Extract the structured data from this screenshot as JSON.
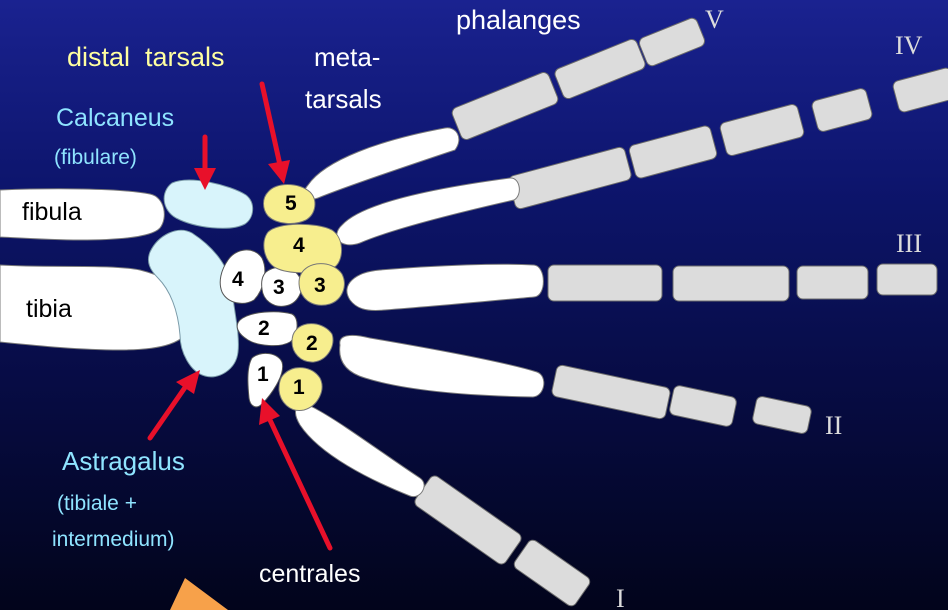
{
  "labels": {
    "distal_tarsals": "distal  tarsals",
    "metatarsals_1": "meta-",
    "metatarsals_2": "tarsals",
    "phalanges": "phalanges",
    "calcaneus": "Calcaneus",
    "fibulare": "(fibulare)",
    "fibula": "fibula",
    "tibia": "tibia",
    "astragalus": "Astragalus",
    "tibiale": "(tibiale +",
    "intermedium": "intermedium)",
    "centrales": "centrales"
  },
  "digits": {
    "d1": "I",
    "d2": "II",
    "d3": "III",
    "d4": "IV",
    "d5": "V"
  },
  "tarsal_numbers": {
    "distal": [
      "1",
      "2",
      "3",
      "4",
      "5"
    ],
    "centrale": [
      "1",
      "2",
      "3",
      "4"
    ]
  },
  "colors": {
    "background_top": "#1a2290",
    "background_bottom": "#02041b",
    "bone_white": "#ffffff",
    "phalanx_gray": "#dcdcdc",
    "distal_tarsal_yellow": "#f7ee8e",
    "proximal_tarsal_cyan": "#d8f4fb",
    "label_yellow": "#ffffa0",
    "label_cyan": "#8fe4ff",
    "label_white": "#ffffff",
    "arrow_red": "#e8102a",
    "corner_orange": "#f7a14a"
  }
}
